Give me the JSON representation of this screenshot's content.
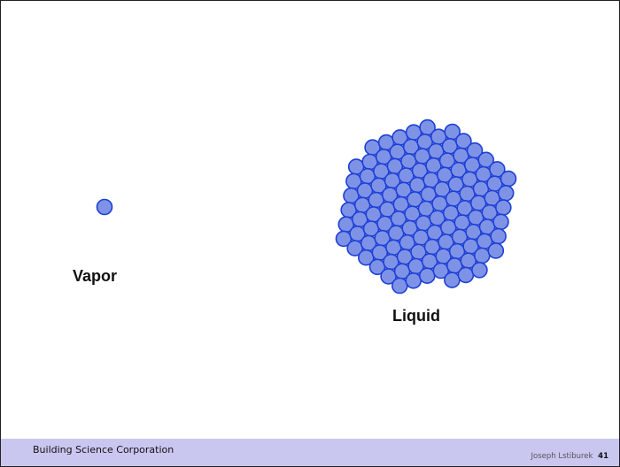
{
  "labels": {
    "vapor": "Vapor",
    "liquid": "Liquid"
  },
  "footer": {
    "organization": "Building Science Corporation",
    "author": "Joseph Lstiburek",
    "page_number": "41"
  },
  "colors": {
    "molecule_fill": "#7f93e6",
    "molecule_stroke": "#1d3fd6",
    "footer_bar": "#c9c7ef"
  }
}
